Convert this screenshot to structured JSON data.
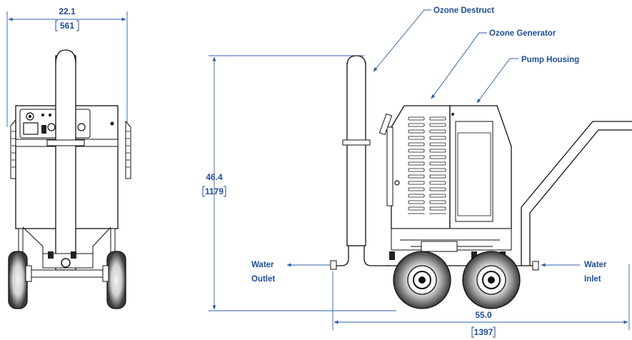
{
  "colors": {
    "annotation": "#1f4e96",
    "line": "#2c5fa8",
    "drawing": "#111111"
  },
  "dimensions": {
    "width": {
      "value": "22.1",
      "metric": "561"
    },
    "height": {
      "value": "46.4",
      "metric": "1179"
    },
    "length": {
      "value": "55.0",
      "metric": "1397"
    }
  },
  "callouts": {
    "ozone_destruct": "Ozone Destruct",
    "ozone_generator": "Ozone Generator",
    "pump_housing": "Pump Housing"
  },
  "ports": {
    "water_outlet_line1": "Water",
    "water_outlet_line2": "Outlet",
    "water_inlet_line1": "Water",
    "water_inlet_line2": "Inlet"
  }
}
